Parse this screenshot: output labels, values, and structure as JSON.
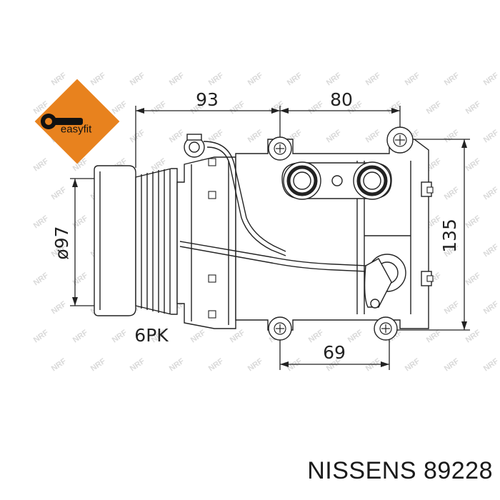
{
  "badge": {
    "text": "easyfit",
    "color": "#e8821e"
  },
  "watermark": {
    "text": "NRF"
  },
  "dimensions": {
    "top_left": "93",
    "top_right": "80",
    "bottom": "69",
    "height": "135",
    "diameter": "ø97",
    "belt": "6PK"
  },
  "caption": "NISSENS 89228"
}
